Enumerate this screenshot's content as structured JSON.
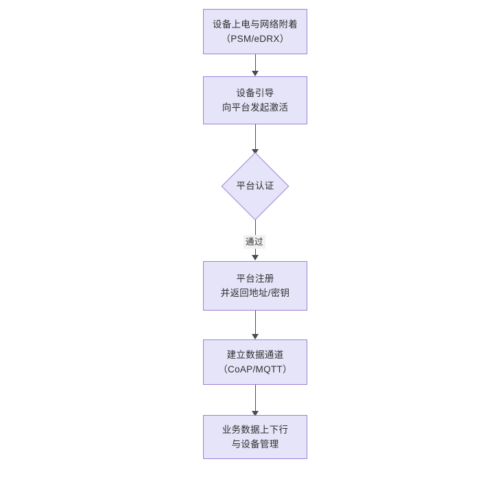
{
  "diagram": {
    "type": "flowchart",
    "orientation": "top-to-bottom",
    "background_color": "#ffffff",
    "node_fill_color": "#e6e4f8",
    "node_border_color": "#9b7fd4",
    "text_color": "#2f2f2f",
    "connector_color": "#4a4a55",
    "nodes": [
      {
        "id": "n1",
        "shape": "rectangle",
        "line1": "设备上电与网络附着",
        "line2": "（PSM/eDRX）"
      },
      {
        "id": "n2",
        "shape": "rectangle",
        "line1": "设备引导",
        "line2": "向平台发起激活"
      },
      {
        "id": "n3",
        "shape": "diamond",
        "line1": "平台认证",
        "line2": ""
      },
      {
        "id": "n4",
        "shape": "rectangle",
        "line1": "平台注册",
        "line2": "并返回地址/密钥"
      },
      {
        "id": "n5",
        "shape": "rectangle",
        "line1": "建立数据通道",
        "line2": "（CoAP/MQTT）"
      },
      {
        "id": "n6",
        "shape": "rectangle",
        "line1": "业务数据上下行",
        "line2": "与设备管理"
      }
    ],
    "edges": [
      {
        "id": "e1",
        "from": "n1",
        "to": "n2",
        "label": ""
      },
      {
        "id": "e2",
        "from": "n2",
        "to": "n3",
        "label": ""
      },
      {
        "id": "e3",
        "from": "n3",
        "to": "n4",
        "label": "通过"
      },
      {
        "id": "e4",
        "from": "n4",
        "to": "n5",
        "label": ""
      },
      {
        "id": "e5",
        "from": "n5",
        "to": "n6",
        "label": ""
      }
    ]
  }
}
